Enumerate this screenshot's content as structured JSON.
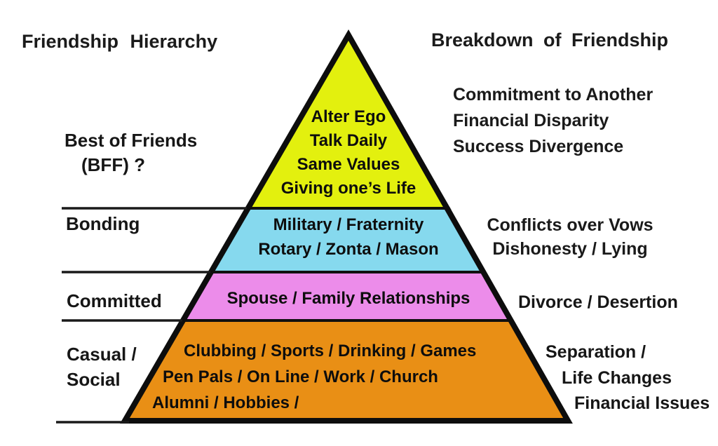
{
  "titles": {
    "left": "Friendship Hierarchy",
    "right": "Breakdown of Friendship"
  },
  "levels": [
    {
      "name": "Best of Friends (BFF) ?",
      "label_lines": [
        "Best of Friends",
        "(BFF) ?"
      ],
      "color": "#e3f00e",
      "pyramid_lines": [
        "Alter Ego",
        "Talk Daily",
        "Same Values",
        "Giving one’s Life"
      ],
      "breakdown_lines": [
        "Commitment to Another",
        "Financial Disparity",
        "Success Divergence"
      ]
    },
    {
      "name": "Bonding",
      "label_lines": [
        "Bonding"
      ],
      "color": "#86d9ee",
      "pyramid_lines": [
        "Military / Fraternity",
        "Rotary / Zonta / Mason"
      ],
      "breakdown_lines": [
        "Conflicts over Vows",
        "Dishonesty / Lying"
      ]
    },
    {
      "name": "Committed",
      "label_lines": [
        "Committed"
      ],
      "color": "#ec8cea",
      "pyramid_lines": [
        "Spouse / Family Relationships"
      ],
      "breakdown_lines": [
        "Divorce / Desertion"
      ]
    },
    {
      "name": "Casual / Social",
      "label_lines": [
        "Casual /",
        "Social"
      ],
      "color": "#e98f15",
      "pyramid_lines": [
        "Clubbing / Sports / Drinking / Games",
        "Pen Pals / On Line / Work / Church",
        "Alumni / Hobbies /"
      ],
      "breakdown_lines": [
        "Separation /",
        "Life Changes",
        "Financial Issues"
      ]
    }
  ],
  "outline_color": "#101010"
}
